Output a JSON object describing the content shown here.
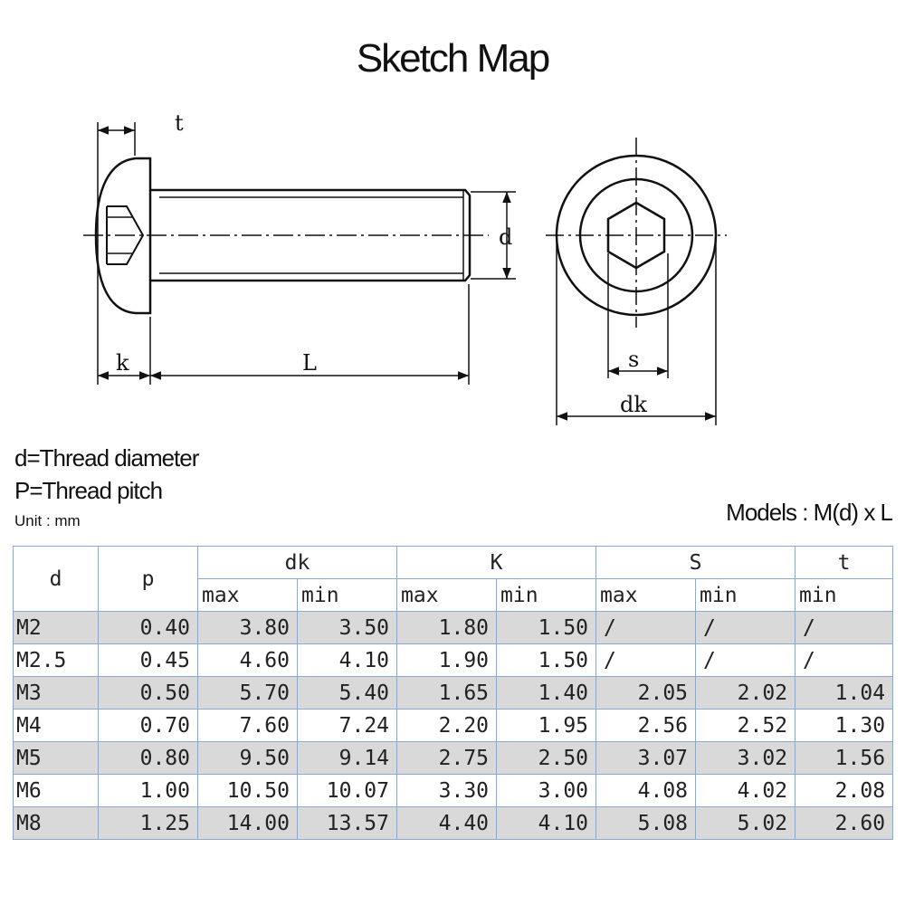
{
  "title": "Sketch Map",
  "drawing": {
    "labels": {
      "t": "t",
      "k": "k",
      "L": "L",
      "d": "d",
      "s": "s",
      "dk": "dk"
    }
  },
  "legend": {
    "line1": "d=Thread diameter",
    "line2": "P=Thread pitch",
    "unit": "Unit : mm",
    "models": "Models : M(d) x L"
  },
  "table": {
    "headers": {
      "d": "d",
      "p": "p",
      "dk": "dk",
      "K": "K",
      "S": "S",
      "t": "t"
    },
    "subheaders": [
      "max",
      "min",
      "max",
      "min",
      "max",
      "min",
      "min"
    ],
    "rows": [
      [
        "M2",
        "0.40",
        "3.80",
        "3.50",
        "1.80",
        "1.50",
        "/",
        "/",
        "/"
      ],
      [
        "M2.5",
        "0.45",
        "4.60",
        "4.10",
        "1.90",
        "1.50",
        "/",
        "/",
        "/"
      ],
      [
        "M3",
        "0.50",
        "5.70",
        "5.40",
        "1.65",
        "1.40",
        "2.05",
        "2.02",
        "1.04"
      ],
      [
        "M4",
        "0.70",
        "7.60",
        "7.24",
        "2.20",
        "1.95",
        "2.56",
        "2.52",
        "1.30"
      ],
      [
        "M5",
        "0.80",
        "9.50",
        "9.14",
        "2.75",
        "2.50",
        "3.07",
        "3.02",
        "1.56"
      ],
      [
        "M6",
        "1.00",
        "10.50",
        "10.07",
        "3.30",
        "3.00",
        "4.08",
        "4.02",
        "2.08"
      ],
      [
        "M8",
        "1.25",
        "14.00",
        "13.57",
        "4.40",
        "4.10",
        "5.08",
        "5.02",
        "2.60"
      ]
    ]
  },
  "colors": {
    "border": "#8fa7c9",
    "shaded_row": "#d9d9d9"
  }
}
